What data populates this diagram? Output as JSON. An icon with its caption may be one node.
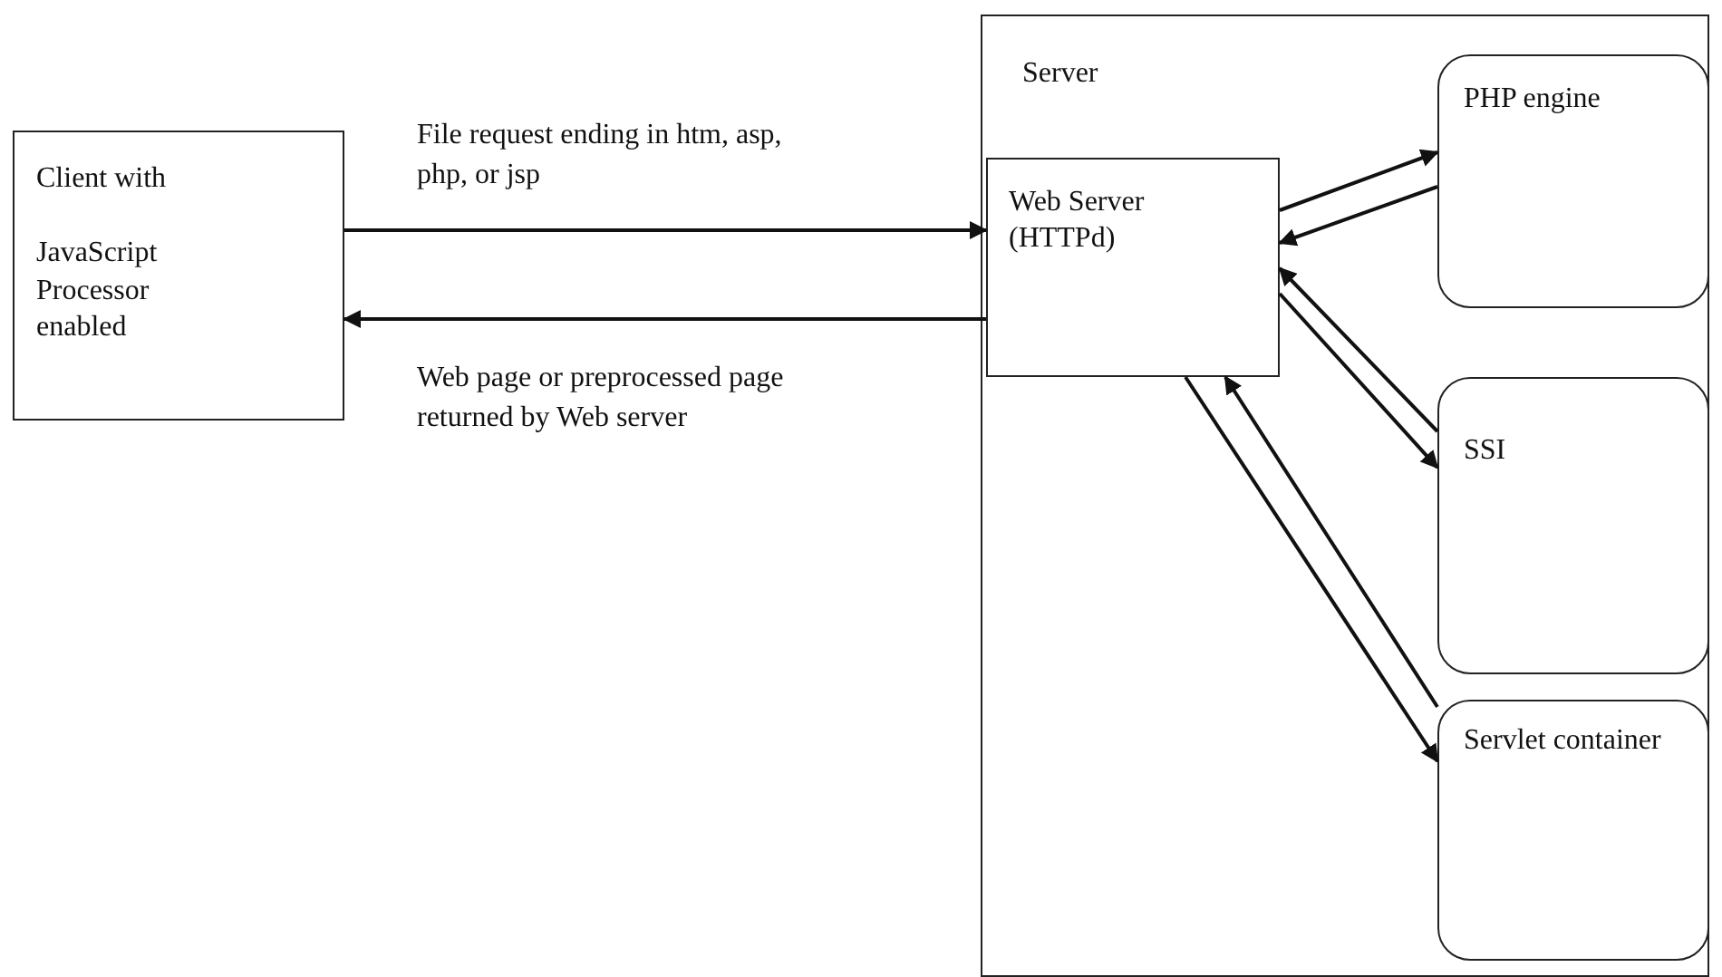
{
  "diagram": {
    "nodes": [
      {
        "text": [
          "Client with",
          "JavaScript Processor enabled"
        ]
      },
      {
        "text": [
          "Server"
        ]
      },
      {
        "text": [
          "Web Server (HTTPd)"
        ],
        "in": 1
      },
      {
        "text": [
          "PHP engine"
        ],
        "in": 1
      },
      {
        "text": [
          "SSI"
        ],
        "in": 1
      },
      {
        "text": [
          "Servlet container"
        ],
        "in": 1
      }
    ],
    "edges": [
      {
        "from": 0,
        "to": 2,
        "arrow": "to",
        "label": "File request ending in htm, asp, php, or jsp"
      },
      {
        "from": 2,
        "to": 0,
        "arrow": "to",
        "label": "Web page or preprocessed page returned by Web server"
      },
      {
        "from": 2,
        "to": 3,
        "arrow": "to"
      },
      {
        "from": 3,
        "to": 2,
        "arrow": "to"
      },
      {
        "from": 4,
        "to": 2,
        "arrow": "to"
      },
      {
        "from": 2,
        "to": 4,
        "arrow": "to"
      },
      {
        "from": 2,
        "to": 5,
        "arrow": "to"
      },
      {
        "from": 5,
        "to": 2,
        "arrow": "to"
      }
    ]
  }
}
